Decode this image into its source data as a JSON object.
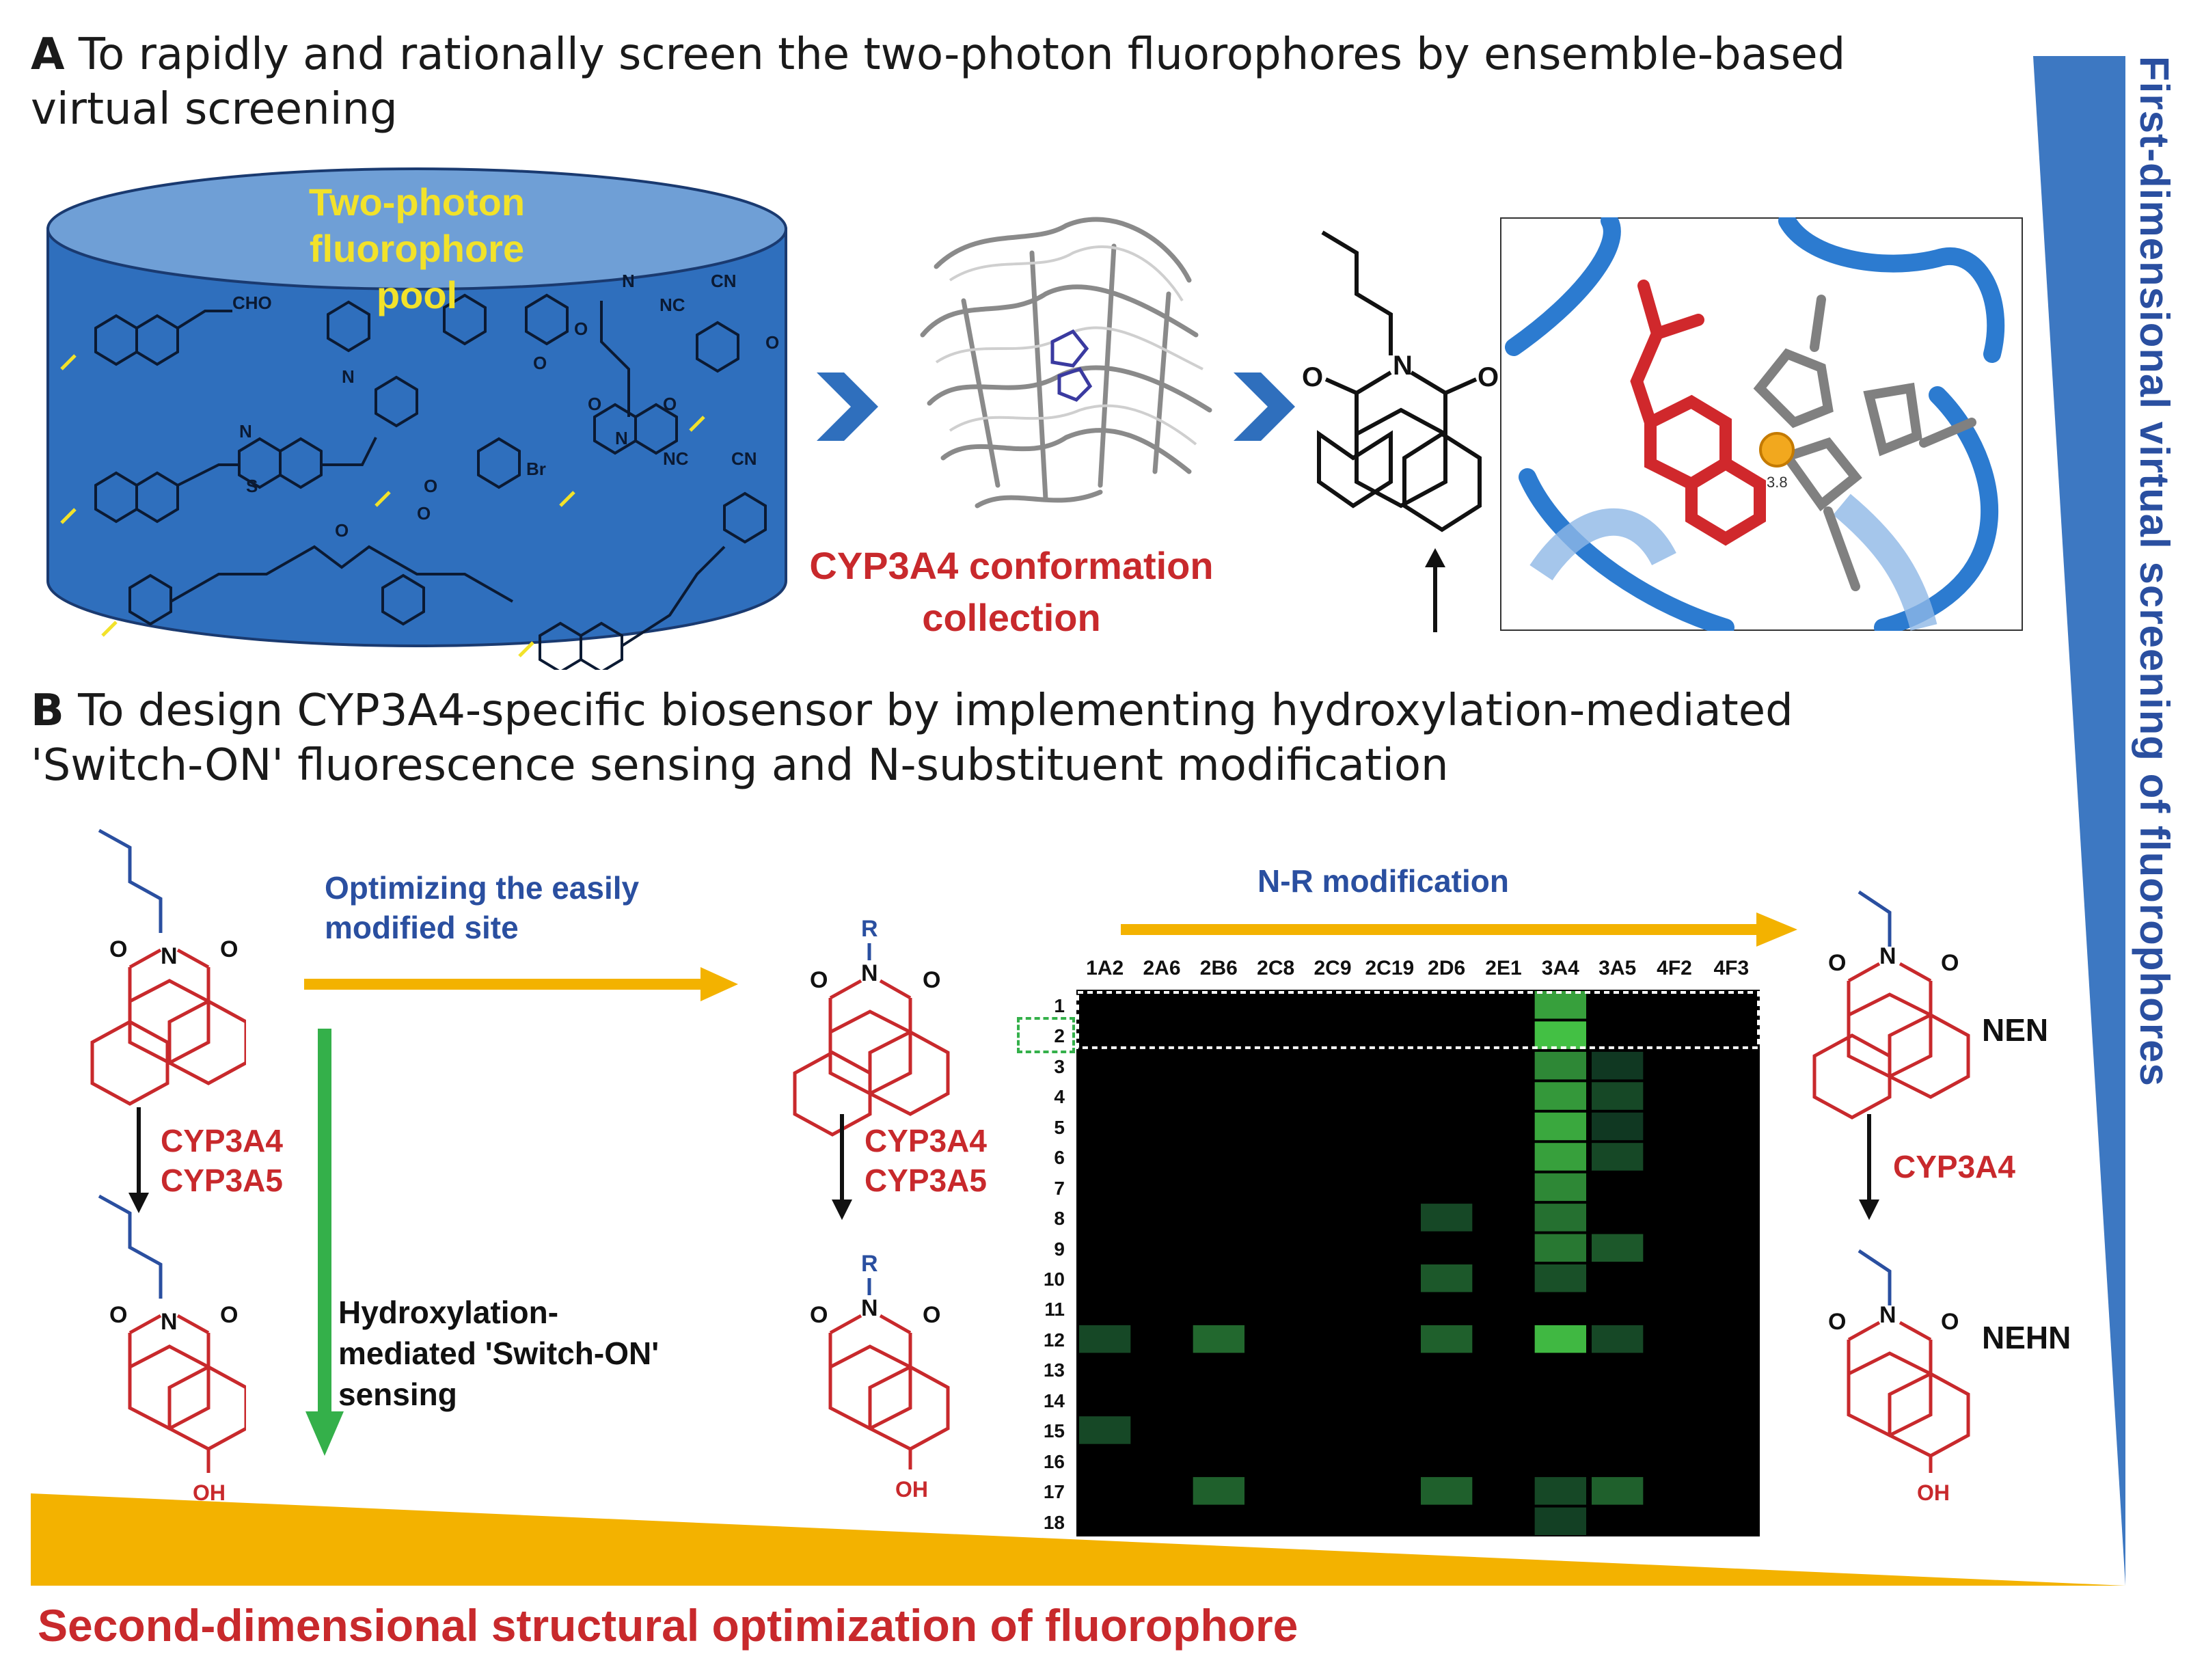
{
  "panel_a": {
    "letter": "A",
    "heading_line1": "To rapidly and rationally screen the two-photon fluorophores by ensemble-based",
    "heading_line2": "virtual screening",
    "pool_title_line1": "Two-photon",
    "pool_title_line2": "fluorophore pool",
    "conformation_line1": "CYP3A4 conformation",
    "conformation_line2": "collection",
    "pool_labels": [
      "CHO",
      "N",
      "O",
      "O",
      "NC",
      "CN",
      "N",
      "O",
      "N",
      "O",
      "O",
      "S",
      "N",
      "O",
      "Br",
      "O",
      "NC",
      "CN",
      "O"
    ],
    "docking_distance": "3.8",
    "molecule_labels": [
      "O",
      "N",
      "O"
    ]
  },
  "panel_b": {
    "letter": "B",
    "heading_line1": "To design CYP3A4-specific biosensor by implementing hydroxylation-mediated",
    "heading_line2": "'Switch-ON' fluorescence sensing and N-substituent modification",
    "optimizing_line1": "Optimizing the easily",
    "optimizing_line2": "modified site",
    "hydroxylation_line1": "Hydroxylation-",
    "hydroxylation_line2": "mediated 'Switch-ON'",
    "hydroxylation_line3": "sensing",
    "enzyme1": "CYP3A4",
    "enzyme2": "CYP3A5",
    "enzyme_single": "CYP3A4",
    "nr_modification": "N-R modification",
    "nen_label": "NEN",
    "nehn_label": "NEHN",
    "r_label": "R",
    "oh_label": "OH",
    "atom_o": "O",
    "atom_n": "N"
  },
  "vertical_axis_label": "First-dimensional virtual screening of fluorophores",
  "bottom_axis_label": "Second-dimensional structural optimization of fluorophore",
  "colors": {
    "pool_blue": "#2f6fbd",
    "dark_red": "#c8292c",
    "label_blue": "#2a4fa0",
    "orange": "#f5b400",
    "green": "#34b04a",
    "heatmap_bg": "#000000"
  },
  "chart_data": {
    "type": "heatmap",
    "columns": [
      "1A2",
      "2A6",
      "2B6",
      "2C8",
      "2C9",
      "2C19",
      "2D6",
      "2E1",
      "3A4",
      "3A5",
      "4F2",
      "4F3"
    ],
    "rows": [
      "1",
      "2",
      "3",
      "4",
      "5",
      "6",
      "7",
      "8",
      "9",
      "10",
      "11",
      "12",
      "13",
      "14",
      "15",
      "16",
      "17",
      "18"
    ],
    "highlighted_row": "2",
    "values": [
      [
        0,
        0,
        0,
        0,
        0,
        0,
        0,
        0,
        0.75,
        0,
        0,
        0
      ],
      [
        0,
        0,
        0,
        0,
        0,
        0,
        0,
        0,
        0.95,
        0,
        0,
        0
      ],
      [
        0,
        0,
        0,
        0,
        0,
        0,
        0,
        0,
        0.6,
        0.1,
        0,
        0
      ],
      [
        0,
        0,
        0,
        0,
        0,
        0,
        0,
        0,
        0.7,
        0.2,
        0,
        0
      ],
      [
        0,
        0,
        0,
        0,
        0,
        0,
        0,
        0,
        0.8,
        0.1,
        0,
        0
      ],
      [
        0,
        0,
        0,
        0,
        0,
        0,
        0,
        0,
        0.75,
        0.2,
        0,
        0
      ],
      [
        0,
        0,
        0,
        0,
        0,
        0,
        0,
        0,
        0.6,
        0,
        0,
        0
      ],
      [
        0,
        0,
        0,
        0,
        0,
        0,
        0.2,
        0,
        0.45,
        0,
        0,
        0
      ],
      [
        0,
        0,
        0,
        0,
        0,
        0,
        0,
        0,
        0.5,
        0.3,
        0,
        0
      ],
      [
        0,
        0,
        0,
        0,
        0,
        0,
        0.3,
        0,
        0.25,
        0,
        0,
        0
      ],
      [
        0,
        0,
        0,
        0,
        0,
        0,
        0,
        0,
        0,
        0,
        0,
        0
      ],
      [
        0.2,
        0,
        0.4,
        0,
        0,
        0,
        0.35,
        0,
        0.9,
        0.2,
        0,
        0
      ],
      [
        0,
        0,
        0,
        0,
        0,
        0,
        0,
        0,
        0,
        0,
        0,
        0
      ],
      [
        0,
        0,
        0,
        0,
        0,
        0,
        0,
        0,
        0,
        0,
        0,
        0
      ],
      [
        0.2,
        0,
        0,
        0,
        0,
        0,
        0,
        0,
        0,
        0,
        0,
        0
      ],
      [
        0,
        0,
        0,
        0,
        0,
        0,
        0,
        0,
        0,
        0,
        0,
        0
      ],
      [
        0,
        0,
        0.35,
        0,
        0,
        0,
        0.35,
        0,
        0.2,
        0.35,
        0,
        0
      ],
      [
        0,
        0,
        0,
        0,
        0,
        0,
        0,
        0,
        0.15,
        0,
        0,
        0
      ]
    ]
  }
}
